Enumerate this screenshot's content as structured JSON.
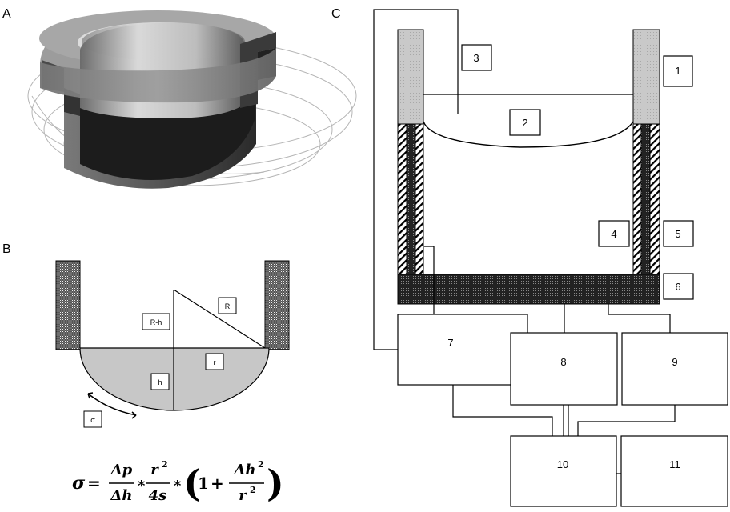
{
  "panels": {
    "a": "A",
    "b": "B",
    "c": "C"
  },
  "panel_b": {
    "labels": {
      "r_minus_h": "R-h",
      "R": "R",
      "r": "r",
      "h": "h",
      "sigma": "σ"
    },
    "formula": {
      "lhs": "σ",
      "eq": "=",
      "f1_num": "Δp",
      "f1_den": "Δh",
      "times1": "*",
      "f2_num": "r",
      "f2_num_exp": "2",
      "f2_den": "4s",
      "times2": "*",
      "lparen": "(",
      "one": "1",
      "plus": "+",
      "f3_num": "Δh",
      "f3_num_exp": "2",
      "f3_den": "r",
      "f3_den_exp": "2",
      "rparen": ")"
    }
  },
  "panel_c": {
    "callouts": [
      "1",
      "2",
      "3",
      "4",
      "5",
      "6"
    ],
    "boxes": [
      "7",
      "8",
      "9",
      "10",
      "11"
    ]
  }
}
